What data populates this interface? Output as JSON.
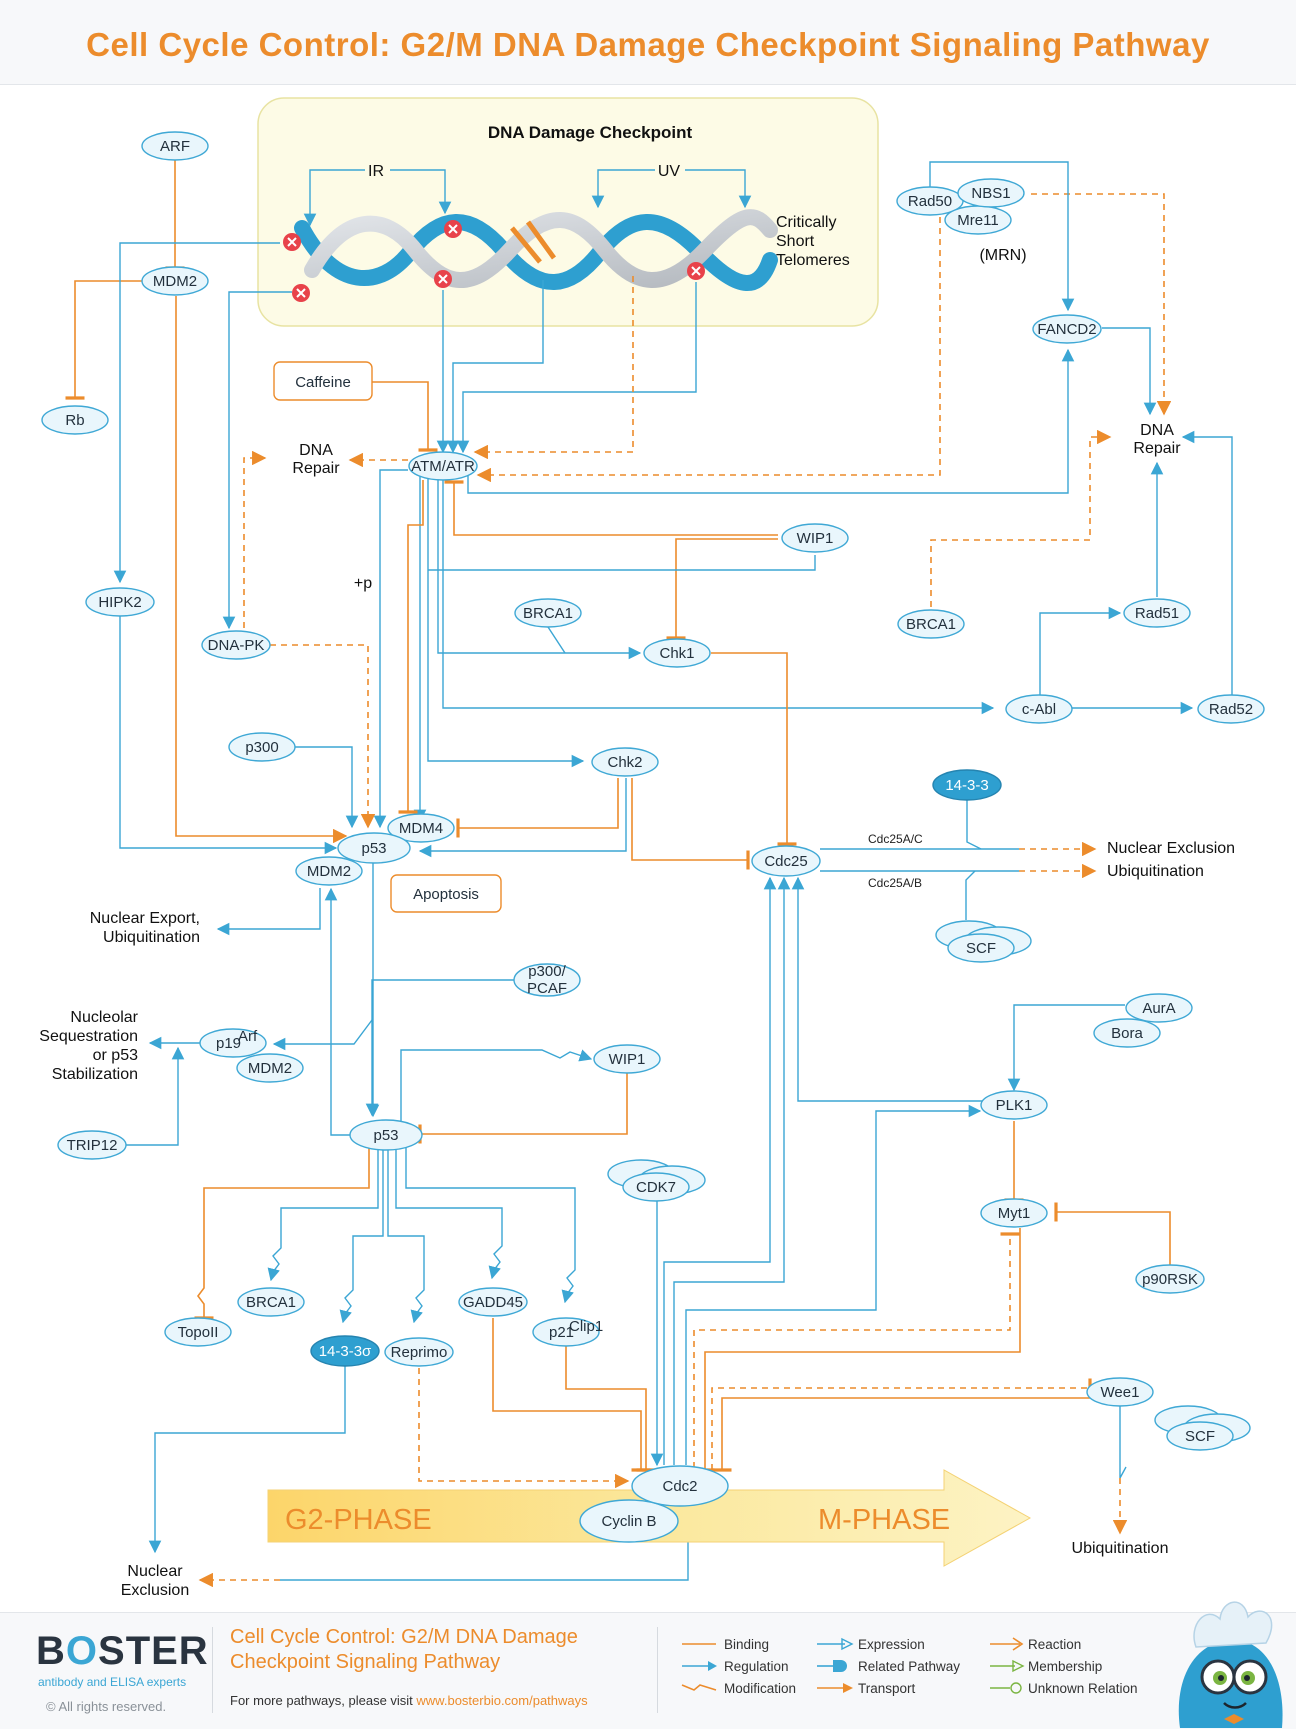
{
  "header": {
    "title": "Cell Cycle Control: G2/M DNA Damage Checkpoint Signaling Pathway"
  },
  "checkpoint": {
    "title": "DNA Damage Checkpoint",
    "ir": "IR",
    "uv": "UV",
    "telomeres": [
      "Critically",
      "Short",
      "Telomeres"
    ],
    "mrn": "(MRN)"
  },
  "nodes": {
    "arf": "ARF",
    "mdm2_top": "MDM2",
    "rb": "Rb",
    "caffeine": "Caffeine",
    "dna_repair_left": [
      "DNA",
      "Repair"
    ],
    "atm_atr": "ATM/ATR",
    "rad50": "Rad50",
    "nbs1": "NBS1",
    "mre11": "Mre11",
    "fancd2": "FANCD2",
    "dna_repair_right": [
      "DNA",
      "Repair"
    ],
    "wip1_top": "WIP1",
    "plus_p": "+p",
    "hipk2": "HIPK2",
    "dna_pk": "DNA-PK",
    "brca1_mid": "BRCA1",
    "chk1": "Chk1",
    "brca1_right": "BRCA1",
    "rad51": "Rad51",
    "c_abl": "c-Abl",
    "rad52": "Rad52",
    "p300": "p300",
    "chk2": "Chk2",
    "protein_14_3_3": "14-3-3",
    "mdm4": "MDM4",
    "p53_top": "p53",
    "mdm2_mid": "MDM2",
    "apoptosis": "Apoptosis",
    "cdc25": "Cdc25",
    "cdc25a_c": "Cdc25A/C",
    "cdc25a_b": "Cdc25A/B",
    "nuclear_exclusion_right": "Nuclear Exclusion",
    "ubiquitination_right": "Ubiquitination",
    "scf_mid": "SCF",
    "nuclear_export": [
      "Nuclear Export,",
      "Ubiquitination"
    ],
    "p300_pcaf": [
      "p300/",
      "PCAF"
    ],
    "nucleolar": [
      "Nucleolar",
      "Sequestration",
      "or p53",
      "Stabilization"
    ],
    "p19arf": "p19",
    "p19arf_sup": "Arf",
    "mdm2_low": "MDM2",
    "wip1_low": "WIP1",
    "aura": "AurA",
    "bora": "Bora",
    "trip12": "TRIP12",
    "p53_low": "p53",
    "plk1": "PLK1",
    "cdk7": "CDK7",
    "myt1": "Myt1",
    "p90rsk": "p90RSK",
    "brca1_low": "BRCA1",
    "gadd45": "GADD45",
    "topoii": "TopoII",
    "sigma": "14-3-3σ",
    "reprimo": "Reprimo",
    "p21": "p21",
    "p21_sup": "Clip1",
    "wee1": "Wee1",
    "scf_low": "SCF",
    "cdc2": "Cdc2",
    "cyclin_b": "Cyclin B",
    "g2_phase": "G2-PHASE",
    "m_phase": "M-PHASE",
    "ubiquitination_low": "Ubiquitination",
    "nuclear_exclusion_low": [
      "Nuclear",
      "Exclusion"
    ]
  },
  "footer": {
    "logo_start": "B",
    "logo_mid": "O",
    "logo_end": "STER",
    "tagline": "antibody and ELISA experts",
    "copyright": "© All rights reserved.",
    "title_lines": [
      "Cell Cycle Control: G2/M DNA Damage",
      "Checkpoint Signaling Pathway"
    ],
    "more_text": "For more pathways, please visit ",
    "more_link": "www.bosterbio.com/pathways",
    "legend": [
      "Binding",
      "Regulation",
      "Modification",
      "Expression",
      "Related Pathway",
      "Transport",
      "Reaction",
      "Membership",
      "Unknown Relation"
    ]
  },
  "colors": {
    "orange": "#ec8c2c",
    "blue": "#3ba6d4",
    "node_fill": "#e9f6fc",
    "dark_node": "#2e9fd0",
    "checkpoint_bg": "#fdfbe6",
    "arrow_fill": "#fbe79a"
  },
  "icons": {
    "damage": "x-circle-icon",
    "mascot": "mascot-icon"
  }
}
